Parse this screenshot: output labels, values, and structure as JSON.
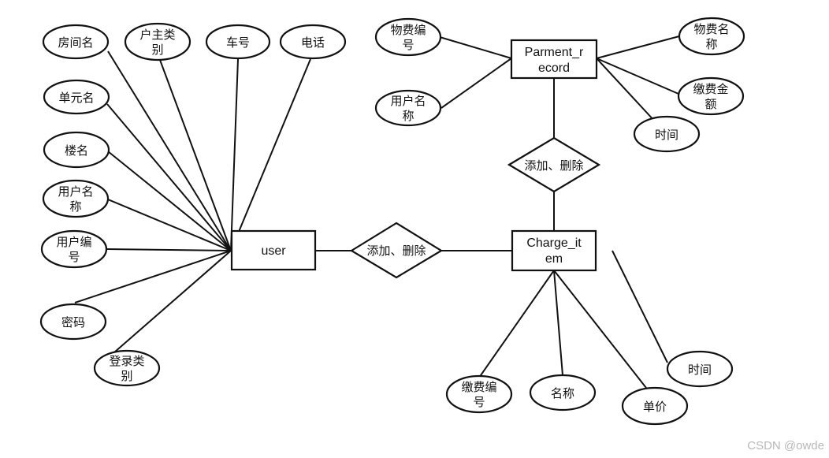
{
  "entities": {
    "user": "user",
    "payment_record": [
      "Parment_r",
      "ecord"
    ],
    "charge_item": [
      "Charge_it",
      "em"
    ]
  },
  "relationships": {
    "user_charge": "添加、删除",
    "charge_payment": "添加、删除"
  },
  "user_attributes": {
    "room_name": [
      "房间名"
    ],
    "owner_type": [
      "户主类",
      "别"
    ],
    "car_no": [
      "车号"
    ],
    "phone": [
      "电话"
    ],
    "unit_name": [
      "单元名"
    ],
    "building_name": [
      "楼名"
    ],
    "user_name": [
      "用户名",
      "称"
    ],
    "user_id": [
      "用户编",
      "号"
    ],
    "password": [
      "密码"
    ],
    "login_type": [
      "登录类",
      "别"
    ]
  },
  "payment_attributes": {
    "property_fee_id": [
      "物费编",
      "号"
    ],
    "user_name": [
      "用户名",
      "称"
    ],
    "property_fee_name": [
      "物费名",
      "称"
    ],
    "payment_amount": [
      "缴费金",
      "额"
    ],
    "time": [
      "时间"
    ]
  },
  "charge_attributes": {
    "payment_id": [
      "缴费编",
      "号"
    ],
    "name": [
      "名称"
    ],
    "unit_price": [
      "单价"
    ],
    "time": [
      "时间"
    ]
  },
  "watermark": "CSDN @owde"
}
